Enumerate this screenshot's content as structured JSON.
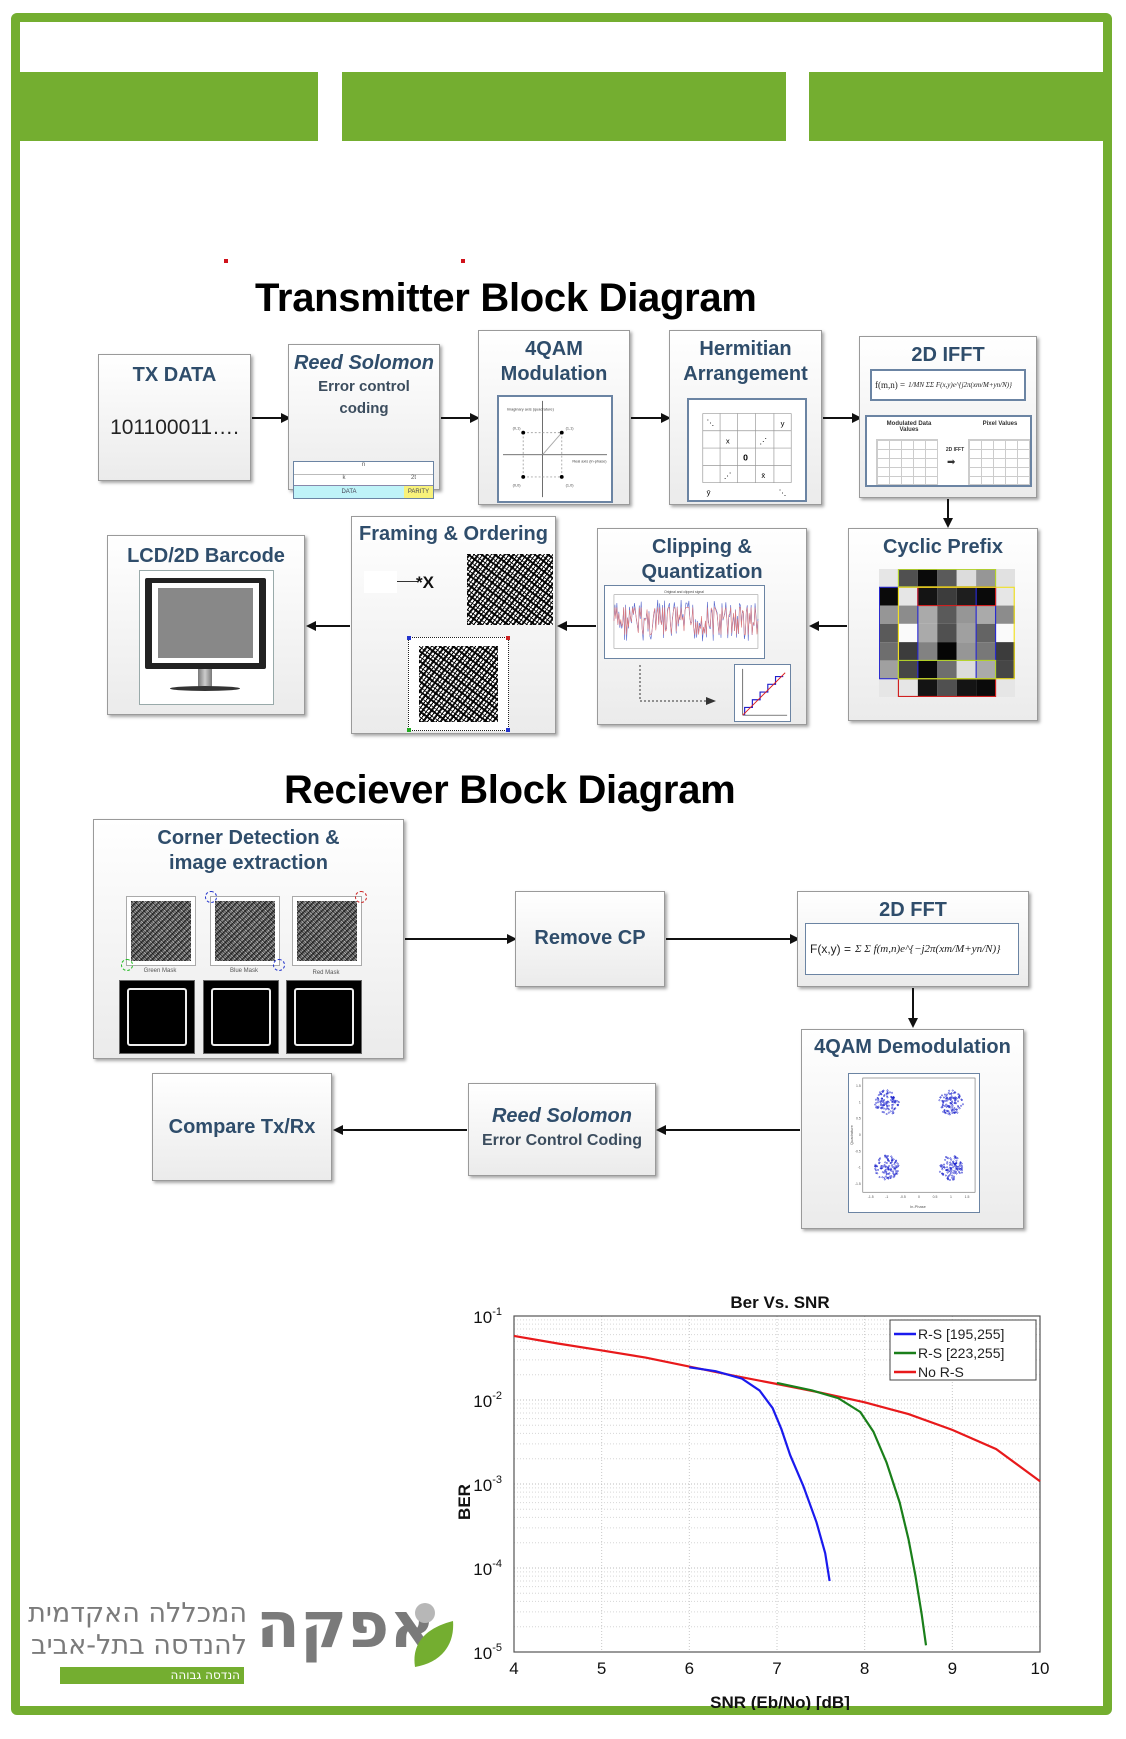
{
  "colors": {
    "frame_green": "#74ae30",
    "block_title": "#2f4d6b",
    "red_mark": "#d0121b"
  },
  "transmitter": {
    "title": "Transmitter Block Diagram",
    "blocks": {
      "tx_data": {
        "title": "TX DATA",
        "value": "101100011…."
      },
      "reed_solomon": {
        "title": "Reed Solomon",
        "subtitle_1": "Error control",
        "subtitle_2": "coding",
        "diagram_labels": {
          "n": "n",
          "k": "k",
          "2t": "2t",
          "data": "DATA",
          "parity": "PARITY"
        }
      },
      "qam_mod": {
        "title_1": "4QAM",
        "title_2": "Modulation",
        "diagram_labels": {
          "imag_axis": "Imaginary axis (quadrature)",
          "real_axis": "Real axis (in-phase)",
          "p01": "(0,1)",
          "p11": "(1,1)",
          "p00": "(0,0)",
          "p10": "(1,0)"
        }
      },
      "hermitian": {
        "title_1": "Hermitian",
        "title_2": "Arrangement",
        "cells": {
          "x": "x",
          "y": "y",
          "zero": "0",
          "xbar": "x̄",
          "ybar": "ȳ"
        }
      },
      "ifft": {
        "title": "2D IFFT",
        "formula_lhs": "f(m,n) =",
        "formula_rhs": "1/MN ΣΣ F(x,y)e^{j2π(xm/M+yn/N)}",
        "left_label": "Modulated Data Values",
        "right_label": "Pixel Values",
        "mid_label": "2D IFFT"
      },
      "cyclic_prefix": {
        "title": "Cyclic Prefix"
      },
      "clipping": {
        "title_1": "Clipping &",
        "title_2": "Quantization",
        "plot_title": "Original and clipped signal"
      },
      "framing": {
        "title": "Framing & Ordering",
        "multiply": "*X"
      },
      "lcd": {
        "title": "LCD/2D  Barcode"
      }
    }
  },
  "receiver": {
    "title": "Reciever Block Diagram",
    "blocks": {
      "corner": {
        "title_1": "Corner Detection &",
        "title_2": "image extraction",
        "masks": [
          "Green Mask",
          "Blue Mask",
          "Red Mask"
        ]
      },
      "remove_cp": {
        "title": "Remove CP"
      },
      "fft": {
        "title": "2D FFT",
        "formula_lhs": "F(x,y) =",
        "formula_rhs": "Σ Σ f(m,n)e^{−j2π(xm/M+yn/N)}"
      },
      "qam_demod": {
        "title": "4QAM Demodulation",
        "x_label": "In-Phase",
        "y_label": "Quadrature",
        "ticks": [
          "-1.5",
          "-1",
          "-0.5",
          "0",
          "0.5",
          "1",
          "1.5"
        ]
      },
      "reed_solomon": {
        "title": "Reed Solomon",
        "subtitle": "Error Control Coding"
      },
      "compare": {
        "title": "Compare Tx/Rx"
      }
    }
  },
  "logo": {
    "name_he": "אפקה",
    "line1_he": "המכללה האקדמית",
    "line2_he": "להנדסה בתל-אביב",
    "tagline_he": "הנדסה גבוהה"
  },
  "chart_data": {
    "type": "line",
    "title": "Ber Vs. SNR",
    "xlabel": "SNR (Eb/No) [dB]",
    "ylabel": "BER",
    "xlim": [
      4,
      10
    ],
    "ylim": [
      1e-05,
      0.1
    ],
    "yscale": "log",
    "grid": true,
    "legend_position": "top-right",
    "x_ticks": [
      "4",
      "5",
      "6",
      "7",
      "8",
      "9",
      "10"
    ],
    "y_ticks": [
      {
        "base": "10",
        "exp": "-1"
      },
      {
        "base": "10",
        "exp": "-2"
      },
      {
        "base": "10",
        "exp": "-3"
      },
      {
        "base": "10",
        "exp": "-4"
      },
      {
        "base": "10",
        "exp": "-5"
      }
    ],
    "series": [
      {
        "name": "R-S [195,255]",
        "color": "#1a1aee",
        "x": [
          6.0,
          6.3,
          6.6,
          6.8,
          6.95,
          7.05,
          7.15,
          7.3,
          7.45,
          7.55,
          7.6
        ],
        "y": [
          0.0245,
          0.022,
          0.018,
          0.013,
          0.008,
          0.0045,
          0.0022,
          0.00095,
          0.00035,
          0.00015,
          7e-05
        ]
      },
      {
        "name": "R-S [223,255]",
        "color": "#1a7f1a",
        "x": [
          7.0,
          7.4,
          7.7,
          7.95,
          8.1,
          8.25,
          8.4,
          8.5,
          8.58,
          8.65,
          8.7
        ],
        "y": [
          0.016,
          0.013,
          0.0105,
          0.0072,
          0.0042,
          0.0018,
          0.0006,
          0.00022,
          8e-05,
          2.8e-05,
          1.2e-05
        ]
      },
      {
        "name": "No R-S",
        "color": "#e8191b",
        "x": [
          4,
          4.5,
          5,
          5.5,
          6,
          6.5,
          7,
          7.5,
          8,
          8.5,
          9,
          9.5,
          10
        ],
        "y": [
          0.058,
          0.047,
          0.039,
          0.032,
          0.025,
          0.0195,
          0.0155,
          0.0122,
          0.0094,
          0.0068,
          0.0044,
          0.0026,
          0.00108
        ]
      }
    ]
  }
}
